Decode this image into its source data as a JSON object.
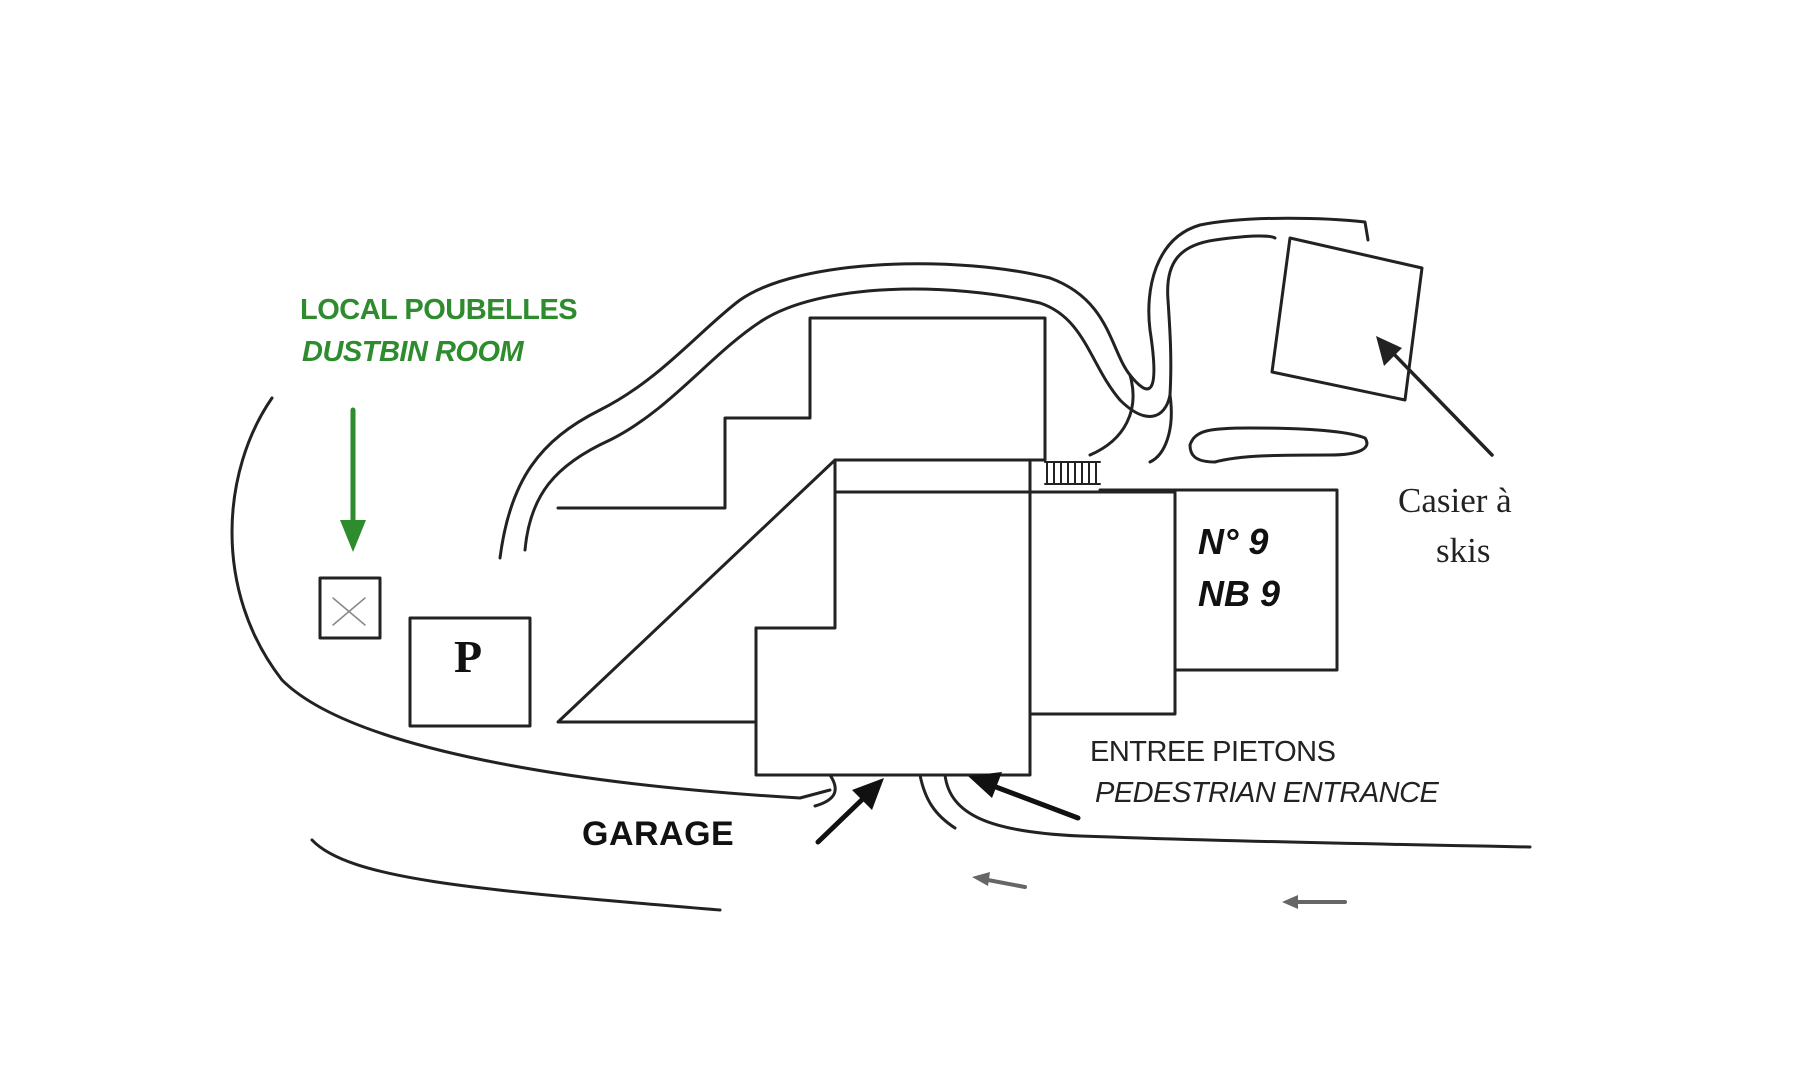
{
  "colors": {
    "ink": "#222222",
    "green": "#2e8b2e",
    "background": "#ffffff"
  },
  "labels": {
    "dustbin_fr": "LOCAL POUBELLES",
    "dustbin_en": "DUSTBIN ROOM",
    "parking": "P",
    "building_fr": "N° 9",
    "building_en": "NB 9",
    "ski_line1": "Casier à",
    "ski_line2": "skis",
    "garage": "GARAGE",
    "pedestrian_fr": "ENTREE PIETONS",
    "pedestrian_en": "PEDESTRIAN ENTRANCE"
  },
  "icons": {
    "dustbin": "dustbin-x-box-icon",
    "traffic": "left-arrow-icon"
  }
}
